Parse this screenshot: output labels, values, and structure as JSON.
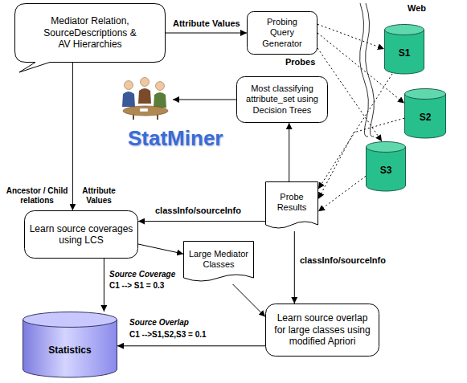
{
  "diagram": {
    "nodes": [
      {
        "text": [
          "Mediator Relation, SourceDescriptions & AV Hierarchies"
        ]
      },
      {
        "text": [
          "Probing Query Generator"
        ]
      },
      {
        "text": [
          "S1"
        ]
      },
      {
        "text": [
          "S2"
        ]
      },
      {
        "text": [
          "S3"
        ]
      },
      {
        "text": [
          "Most classifying attribute_set using Decision Trees"
        ]
      },
      {
        "text": [
          "Learn source coverages using LCS"
        ]
      },
      {
        "text": [
          "Probe Results"
        ]
      },
      {
        "text": [
          "Large Mediator Classes"
        ]
      },
      {
        "text": [
          "Statistics"
        ]
      },
      {
        "text": [
          "Learn source overlap for large classes using modified Apriori"
        ]
      }
    ],
    "edges": [
      {
        "from": 0,
        "to": 1,
        "arrow": "to",
        "label": "Attribute Values"
      },
      {
        "from": 1,
        "to": 2,
        "arrow": "to"
      },
      {
        "from": 1,
        "to": 3,
        "arrow": "to",
        "label": "Probes"
      },
      {
        "from": 1,
        "to": 4,
        "arrow": "to"
      },
      {
        "from": 2,
        "to": 7,
        "arrow": "to"
      },
      {
        "from": 3,
        "to": 7,
        "arrow": "to"
      },
      {
        "from": 4,
        "to": 7,
        "arrow": "to"
      },
      {
        "from": 7,
        "to": 5,
        "arrow": "to"
      },
      {
        "from": 0,
        "to": 6,
        "arrow": "to",
        "label": "Ancestor / Child relations"
      },
      {
        "from": 7,
        "to": 6,
        "arrow": "to",
        "label": "classInfo/sourceInfo"
      },
      {
        "from": 6,
        "to": 8,
        "arrow": "to"
      },
      {
        "from": 6,
        "to": 9,
        "arrow": "to",
        "label": "Source Coverage"
      },
      {
        "from": 7,
        "to": 10,
        "arrow": "to",
        "label": "classInfo/sourceInfo"
      },
      {
        "from": 8,
        "to": 10,
        "arrow": "to"
      },
      {
        "from": 10,
        "to": 9,
        "arrow": "to",
        "label": "Source Overlap"
      }
    ],
    "labels": [
      "Web",
      "StatMiner",
      "Attribute Values",
      "C1 --> S1 = 0.3",
      "C1 -->S1,S2,S3 = 0.1"
    ]
  }
}
